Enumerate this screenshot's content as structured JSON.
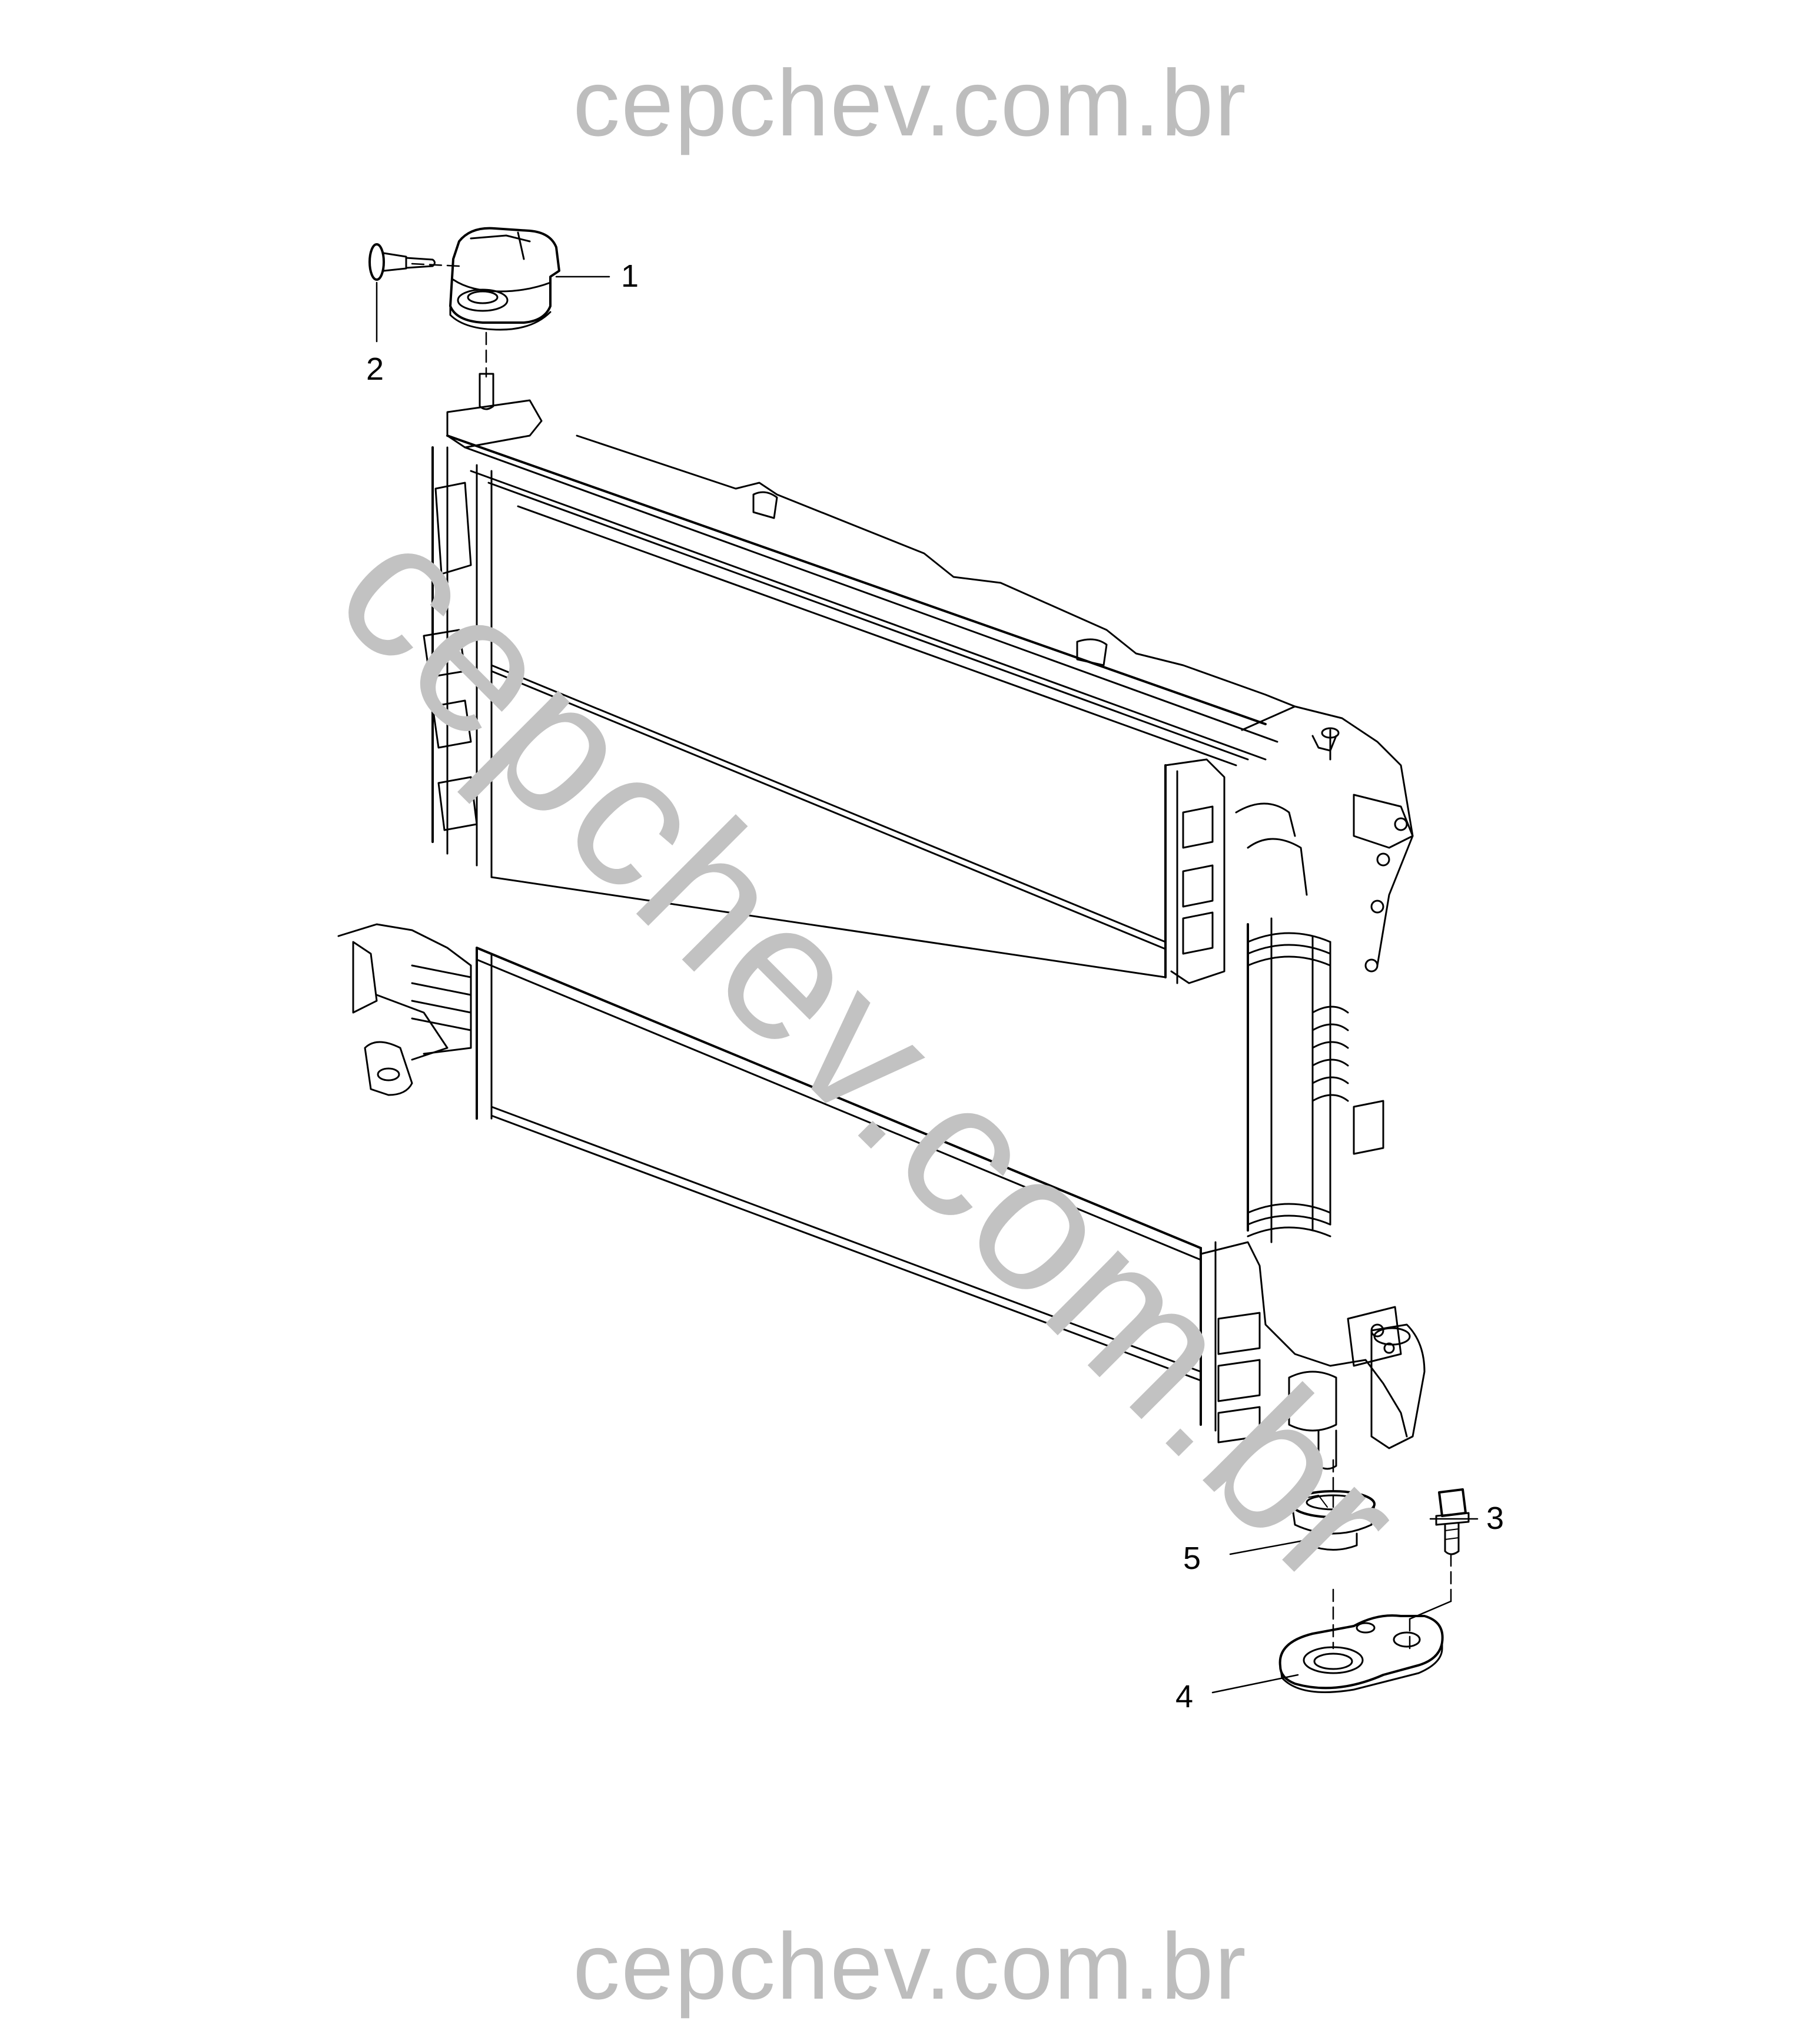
{
  "watermark": {
    "top": "cepchev.com.br",
    "bottom": "cepchev.com.br",
    "diagonal": "cepchev.com.br"
  },
  "callouts": [
    {
      "id": "1",
      "label": "1"
    },
    {
      "id": "2",
      "label": "2"
    },
    {
      "id": "3",
      "label": "3"
    },
    {
      "id": "4",
      "label": "4"
    },
    {
      "id": "5",
      "label": "5"
    }
  ],
  "colors": {
    "line_art": "#000000",
    "watermark": "#bdbdbd"
  }
}
